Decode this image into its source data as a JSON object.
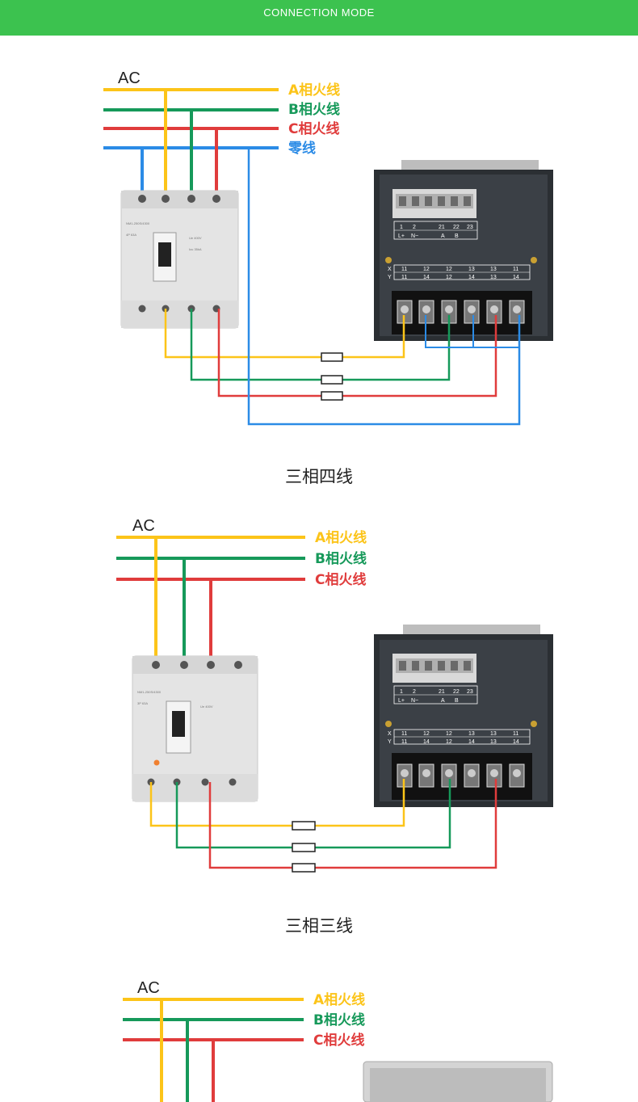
{
  "header": {
    "title": "CONNECTION MODE"
  },
  "colors": {
    "header": "#3cc24f",
    "phase_a": "#fcc419",
    "phase_b": "#16995a",
    "phase_c": "#e03c3c",
    "neutral": "#2b8be6"
  },
  "diagrams": [
    {
      "ac_label": "AC",
      "wire_labels": [
        "A相火线",
        "B相火线",
        "C相火线",
        "零线"
      ],
      "caption": "三相四线",
      "meter": {
        "top_codes": [
          "1",
          "2",
          "21",
          "22",
          "23"
        ],
        "top_sub": [
          "L+",
          "N−",
          "A",
          "B",
          ""
        ],
        "x_row": [
          "11",
          "12",
          "12",
          "13",
          "13",
          "11"
        ],
        "y_row": [
          "11",
          "14",
          "12",
          "14",
          "13",
          "14"
        ]
      }
    },
    {
      "ac_label": "AC",
      "wire_labels": [
        "A相火线",
        "B相火线",
        "C相火线"
      ],
      "caption": "三相三线",
      "meter": {
        "top_codes": [
          "1",
          "2",
          "21",
          "22",
          "23"
        ],
        "top_sub": [
          "L+",
          "N−",
          "A",
          "B",
          ""
        ],
        "x_row": [
          "11",
          "12",
          "12",
          "13",
          "13",
          "11"
        ],
        "y_row": [
          "11",
          "14",
          "12",
          "14",
          "13",
          "14"
        ]
      }
    },
    {
      "ac_label": "AC",
      "wire_labels": [
        "A相火线",
        "B相火线",
        "C相火线"
      ]
    }
  ]
}
